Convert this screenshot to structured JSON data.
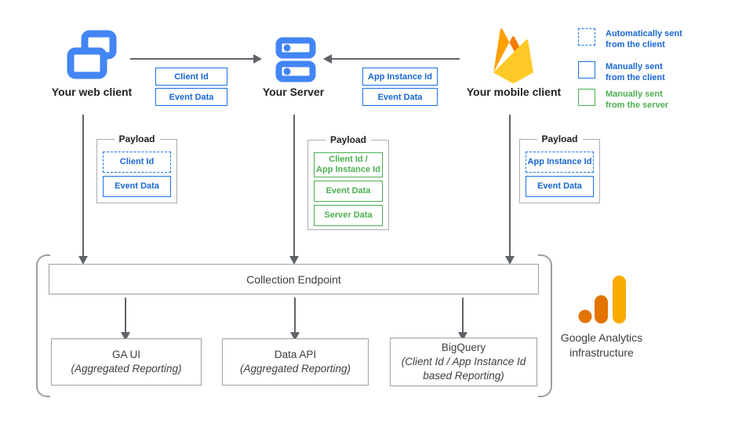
{
  "colors": {
    "blue_border": "#1a73e8",
    "blue_text": "#1967d2",
    "green": "#4caf50",
    "icon_blue": "#4285f4",
    "arrow_gray": "#5f6368",
    "box_gray": "#9aa0a6",
    "ga_orange": "#e37400",
    "ga_amber": "#f9ab00"
  },
  "nodes": {
    "web": {
      "label": "Your web client"
    },
    "server": {
      "label": "Your Server"
    },
    "mobile": {
      "label": "Your mobile client"
    }
  },
  "tags": {
    "web_to_server": [
      "Client Id",
      "Event Data"
    ],
    "mobile_to_server": [
      "App Instance Id",
      "Event Data"
    ]
  },
  "legend": {
    "items": [
      {
        "label": "Automatically sent\nfrom the client",
        "style": "dashed-blue"
      },
      {
        "label": "Manually sent\nfrom the client",
        "style": "solid-blue"
      },
      {
        "label": "Manually sent\nfrom the server",
        "style": "solid-green"
      }
    ]
  },
  "payloads": [
    {
      "title": "Payload",
      "items": [
        {
          "label": "Client Id",
          "style": "dashed-blue"
        },
        {
          "label": "Event Data",
          "style": "solid-blue"
        }
      ]
    },
    {
      "title": "Payload",
      "items": [
        {
          "label": "Client Id /\nApp Instance Id",
          "style": "solid-green"
        },
        {
          "label": "Event Data",
          "style": "solid-green"
        },
        {
          "label": "Server Data",
          "style": "solid-green"
        }
      ]
    },
    {
      "title": "Payload",
      "items": [
        {
          "label": "App Instance Id",
          "style": "dashed-blue"
        },
        {
          "label": "Event Data",
          "style": "solid-blue"
        }
      ]
    }
  ],
  "infrastructure": {
    "endpoint": "Collection Endpoint",
    "outputs": [
      {
        "title": "GA UI",
        "subtitle": "(Aggregated Reporting)"
      },
      {
        "title": "Data API",
        "subtitle": "(Aggregated Reporting)"
      },
      {
        "title": "BigQuery",
        "subtitle": "(Client Id / App Instance Id\nbased Reporting)"
      }
    ],
    "caption": "Google Analytics\ninfrastructure"
  }
}
